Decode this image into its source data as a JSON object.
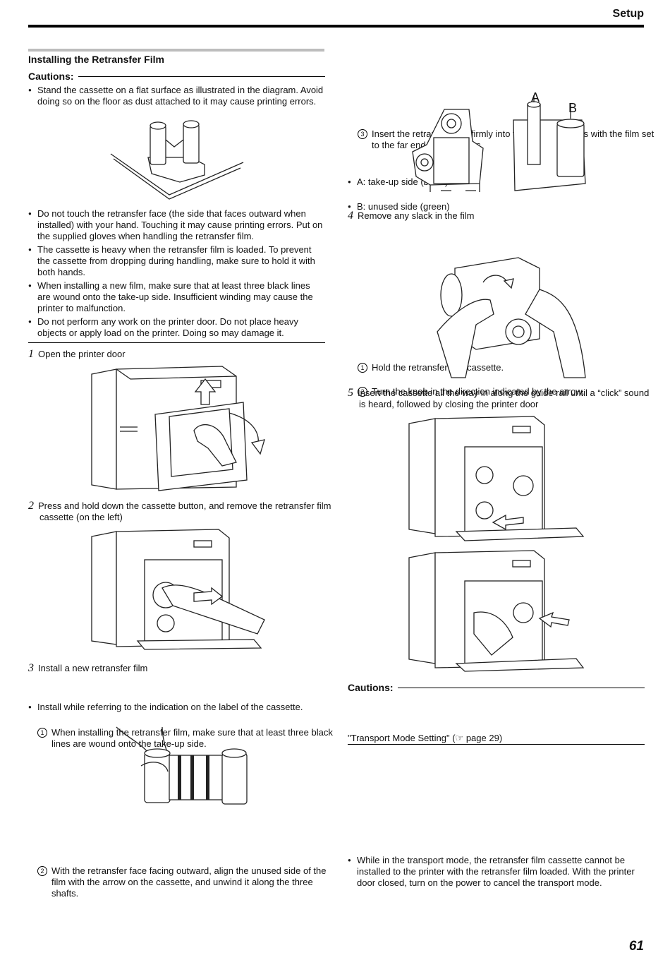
{
  "header": {
    "section": "Setup",
    "page_number": "61"
  },
  "left": {
    "title": "Installing the Retransfer Film",
    "cautions_label": "Cautions:",
    "caution_first": "Stand the cassette on a flat surface as illustrated in the diagram. Avoid doing so on the floor as dust attached to it may cause printing errors.",
    "cautions_more": [
      "Do not touch the retransfer face (the side that faces outward when installed) with your hand. Touching it may cause printing errors. Put on the supplied gloves when handling the retransfer film.",
      "The cassette is heavy when the retransfer film is loaded. To prevent the cassette from dropping during handling, make sure to hold it with both hands.",
      "When installing a new film, make sure that at least three black lines are wound onto the take-up side. Insufficient winding may cause the printer to malfunction.",
      "Do not perform any work on the printer door. Do not place heavy objects or apply load on the printer. Doing so may damage it."
    ],
    "step1": {
      "num": "1",
      "text": "Open the printer door"
    },
    "step2": {
      "num": "2",
      "text": "Press and hold down the cassette button, and remove the retransfer film cassette (on the left)"
    },
    "step3": {
      "num": "3",
      "text": "Install a new retransfer film",
      "bullet": "Install while referring to the indication on the label of the cassette.",
      "sub1": "When installing the retransfer film, make sure that at least three black lines are wound onto the take-up side.",
      "sub2": "With the retransfer face facing outward, align the unused side of the film with the arrow on the cassette, and unwind it along the three shafts."
    }
  },
  "right": {
    "sub3": "Insert the retransfer film firmly into the bobbin holders with the film set to the far end of the guides.",
    "bullet_a": "A: take-up side (black)",
    "bullet_b": "B: unused side (green)",
    "label_a": "A",
    "label_b": "B",
    "step4": {
      "num": "4",
      "text": "Remove any slack in the film",
      "sub1": "Hold the retransfer film cassette.",
      "sub2": "Turn the knob in the direction indicated by the arrow."
    },
    "step5": {
      "num": "5",
      "text": "Insert the cassette all the way in along the guide rail until a “click” sound is heard, followed by closing the printer door"
    },
    "cautions_label": "Cautions:",
    "caution": "While in the transport mode, the retransfer film cassette cannot be installed to the printer with the retransfer film loaded. With the printer door closed, turn on the power to cancel the transport mode.",
    "link_text": "\"Transport Mode Setting\" (",
    "link_icon": "pointing-hand-icon",
    "link_page": "page 29)"
  },
  "circled": {
    "one": "1",
    "two": "2",
    "three": "3"
  }
}
